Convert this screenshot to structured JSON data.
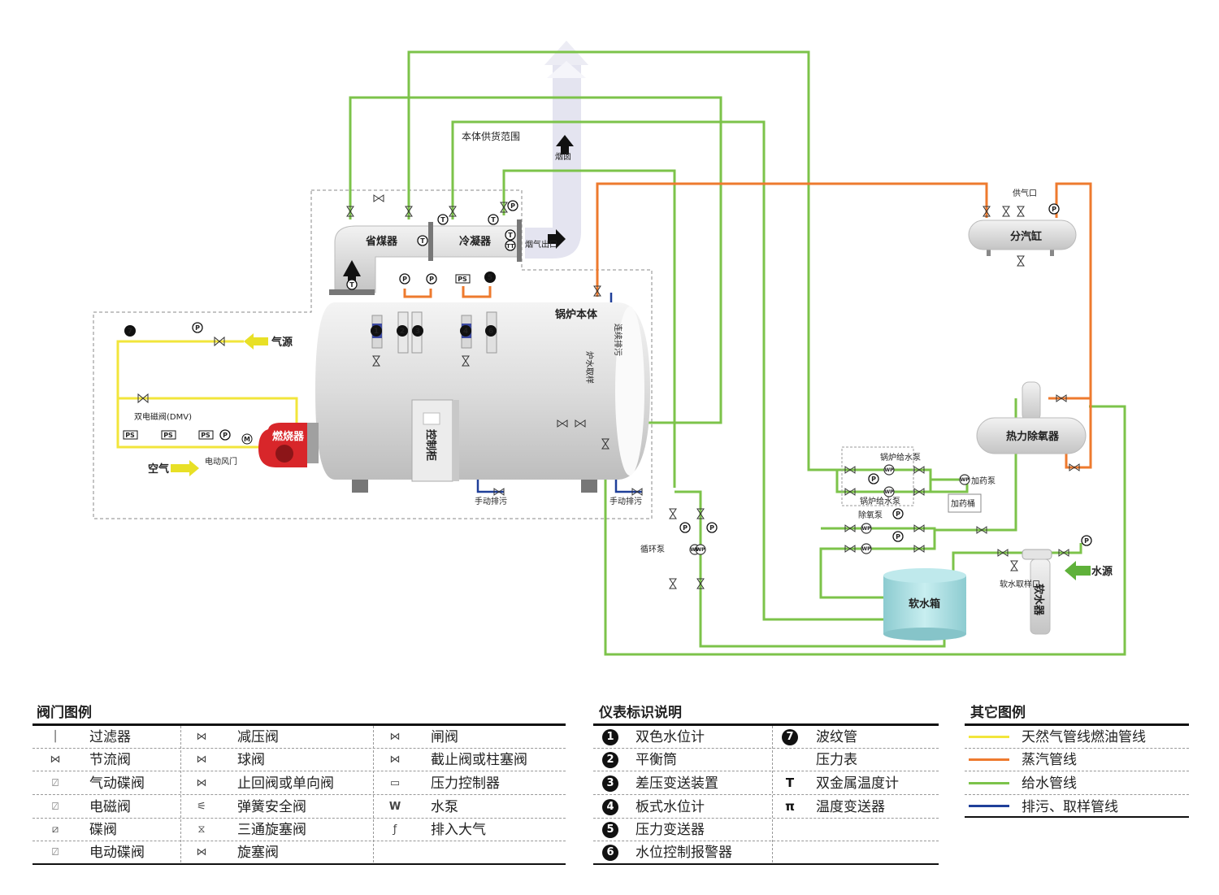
{
  "colors": {
    "gas_line": "#f2e53b",
    "steam_line": "#ee7a2e",
    "feed_line": "#7cc34a",
    "drain_line": "#1f3f99",
    "chimney": "#e6e6f2",
    "boiler_body": "#e8e8e8",
    "burner": "#d8262a",
    "tank": "#a8d8dc"
  },
  "diagram": {
    "scope_label": "本体供货范围",
    "chimney_label": "烟囱",
    "economizer": "省煤器",
    "condenser": "冷凝器",
    "flue_outlet": "烟气出口",
    "boiler_body": "锅炉本体",
    "continuous_blowdown": "连续排污",
    "boiler_water_sampling": "炉水取样",
    "control_cabinet": "控制柜",
    "burner": "燃烧器",
    "gas_source": "气源",
    "air": "空气",
    "dmv": "双电磁阀(DMV)",
    "electric_damper": "电动风门",
    "manual_blowdown_1": "手动排污",
    "manual_blowdown_2": "手动排污",
    "steam_supply": "供气口",
    "steam_header": "分汽缸",
    "deaerator": "热力除氧器",
    "feed_pump_1": "锅炉给水泵",
    "feed_pump_2": "锅炉给水泵",
    "dosing_pump": "加药泵",
    "dosing_tank": "加药桶",
    "deaerator_pump": "除氧泵",
    "circulation_pump": "循环泵",
    "soft_water_tank": "软水箱",
    "water_source": "水源",
    "softener": "软水器",
    "soft_water_sampling": "软水取样口",
    "tag_T": "T",
    "tag_P": "P",
    "tag_PS": "PS",
    "tag_TT": "TT",
    "tag_WP": "WP",
    "tag_M": "M",
    "n1": "1",
    "n2": "2",
    "n3": "3",
    "n4": "4",
    "n5": "5",
    "n6": "6",
    "n7": "7"
  },
  "valve_legend": {
    "title": "阀门图例",
    "items": [
      {
        "symbol": "│",
        "label": "过滤器"
      },
      {
        "symbol": "⋈",
        "label": "节流阀"
      },
      {
        "symbol": "⍁",
        "label": "气动碟阀"
      },
      {
        "symbol": "⍁",
        "label": "电磁阀"
      },
      {
        "symbol": "⧄",
        "label": "碟阀"
      },
      {
        "symbol": "⍁",
        "label": "电动碟阀"
      },
      {
        "symbol": "⋈",
        "label": "减压阀"
      },
      {
        "symbol": "⋈",
        "label": "球阀"
      },
      {
        "symbol": "⋈",
        "label": "止回阀或单向阀"
      },
      {
        "symbol": "⚟",
        "label": "弹簧安全阀"
      },
      {
        "symbol": "⧖",
        "label": "三通旋塞阀"
      },
      {
        "symbol": "⋈",
        "label": "旋塞阀"
      },
      {
        "symbol": "⋈",
        "label": "闸阀"
      },
      {
        "symbol": "⋈",
        "label": "截止阀或柱塞阀"
      },
      {
        "symbol": "▭",
        "label": "压力控制器"
      },
      {
        "symbol": "W",
        "label": "水泵"
      },
      {
        "symbol": "ƒ",
        "label": "排入大气"
      }
    ]
  },
  "instrument_legend": {
    "title": "仪表标识说明",
    "left": [
      {
        "num": "1",
        "label": "双色水位计"
      },
      {
        "num": "2",
        "label": "平衡筒"
      },
      {
        "num": "3",
        "label": "差压变送装置"
      },
      {
        "num": "4",
        "label": "板式水位计"
      },
      {
        "num": "5",
        "label": "压力变送器"
      },
      {
        "num": "6",
        "label": "水位控制报警器"
      }
    ],
    "right": [
      {
        "num": "7",
        "label": "波纹管"
      },
      {
        "num": "",
        "label": "压力表"
      },
      {
        "num": "T",
        "label": "双金属温度计"
      },
      {
        "num": "π",
        "label": "温度变送器"
      }
    ]
  },
  "other_legend": {
    "title": "其它图例",
    "items": [
      {
        "label": "天然气管线燃油管线",
        "color": "#f2e53b"
      },
      {
        "label": "蒸汽管线",
        "color": "#ee7a2e"
      },
      {
        "label": "给水管线",
        "color": "#7cc34a"
      },
      {
        "label": "排污、取样管线",
        "color": "#1f3f99"
      }
    ]
  }
}
